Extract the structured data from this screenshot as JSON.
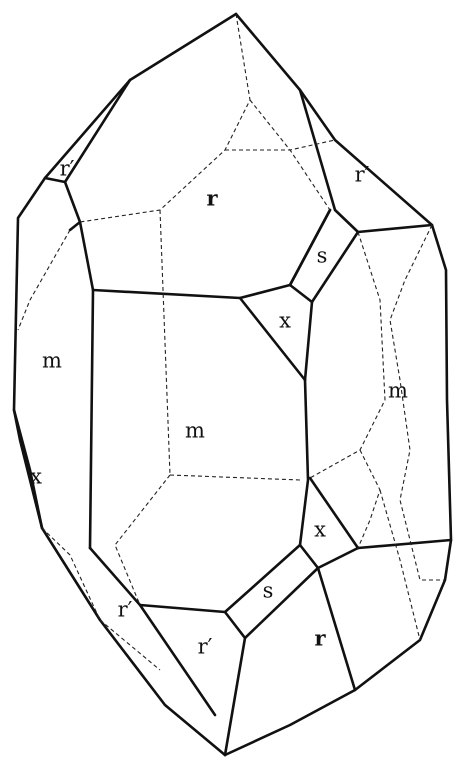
{
  "labels": {
    "r_top": "r",
    "r_prime_top_left": "r′",
    "r_prime_top_right": "r′",
    "s_upper": "s",
    "x_upper": "x",
    "m_left": "m",
    "m_center": "m",
    "m_right": "m",
    "x_left": "x",
    "x_lower": "x",
    "s_lower": "s",
    "r_prime_lower_left": "r′",
    "r_prime_lower_mid": "r′",
    "r_bottom": "r"
  },
  "colors": {
    "line": "#111111",
    "background": "#ffffff"
  }
}
